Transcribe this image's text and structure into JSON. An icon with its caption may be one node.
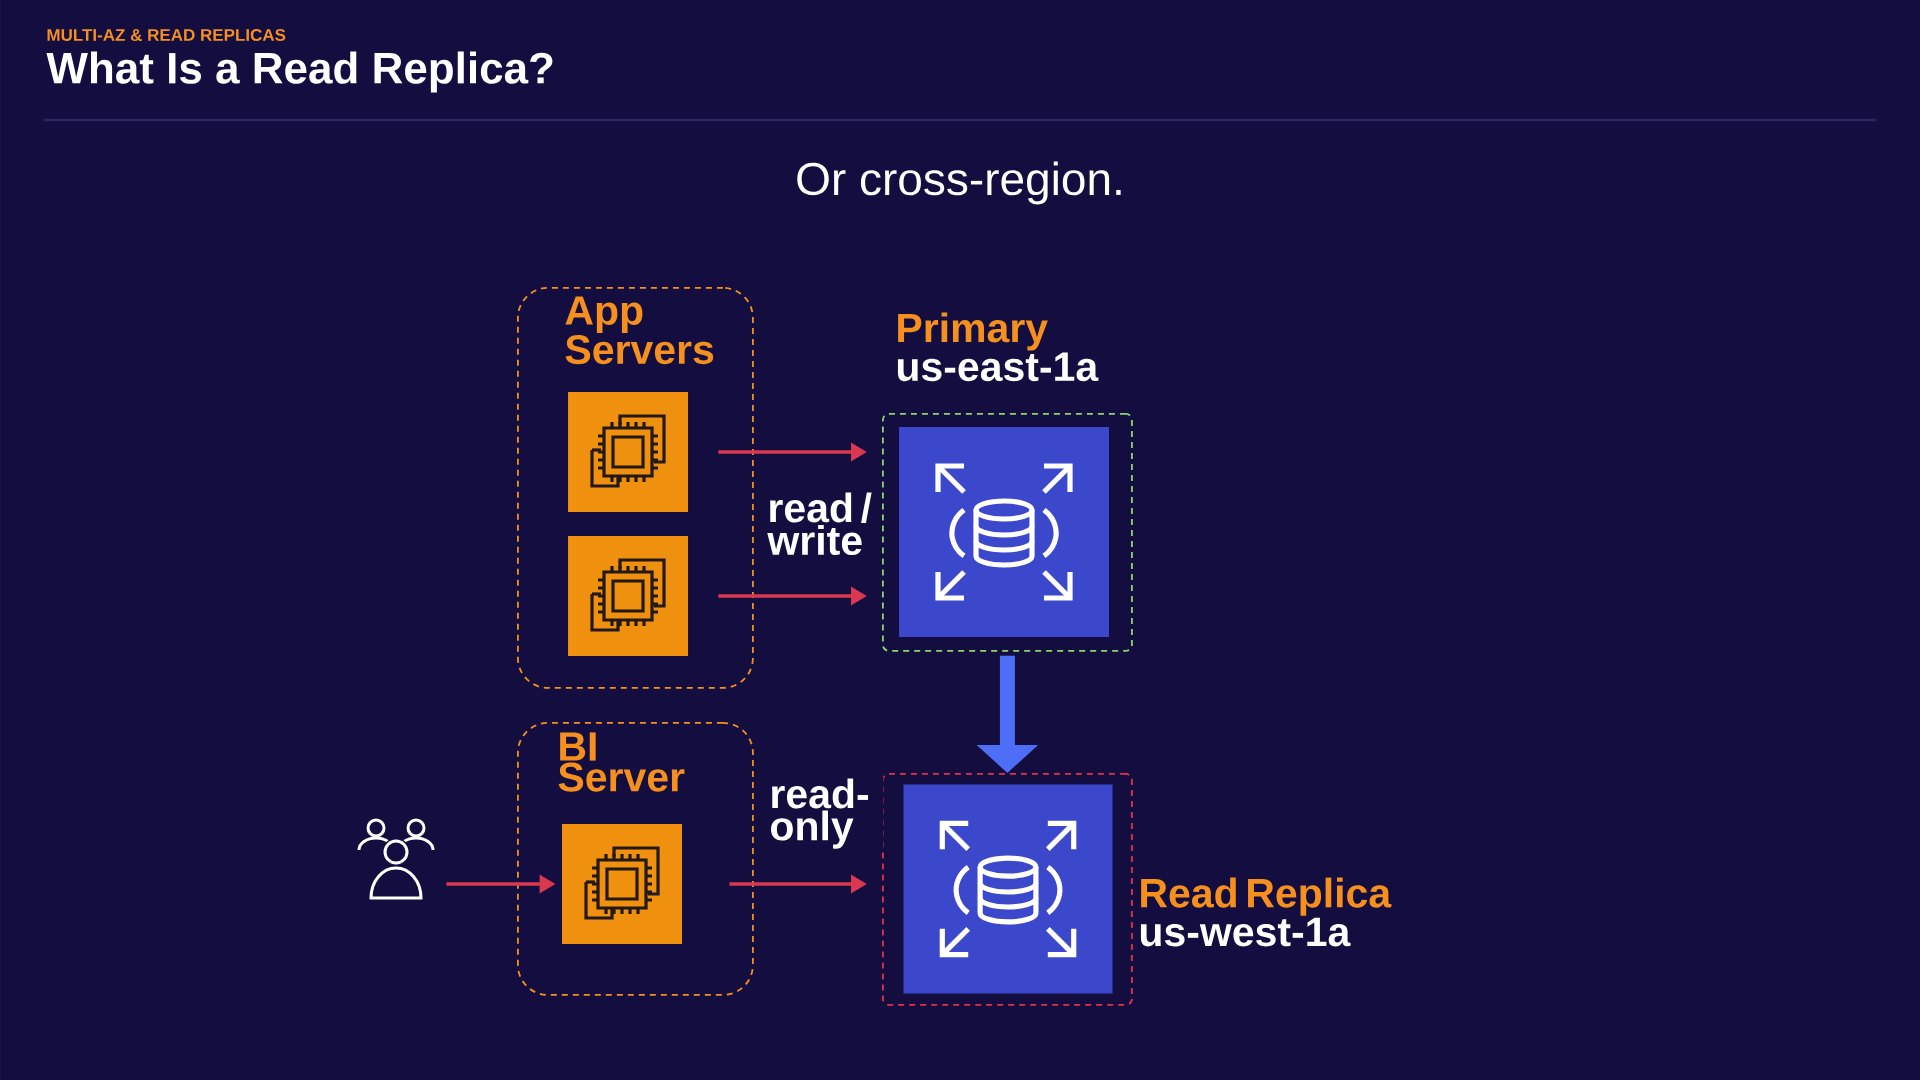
{
  "diagram": {
    "title": "What Is a Read Replica?",
    "nodes": [
      {
        "text": [
          "App Servers"
        ]
      },
      {
        "text": [],
        "shape": "picture",
        "in": 0
      },
      {
        "text": [],
        "shape": "picture",
        "in": 0
      },
      {
        "text": [
          "Primary",
          "us-east-1a"
        ]
      },
      {
        "text": [],
        "shape": "picture",
        "in": 3
      },
      {
        "text": [
          "BI Server"
        ]
      },
      {
        "text": [],
        "shape": "picture",
        "in": 5
      },
      {
        "text": [
          "Read Replica",
          "us-west-1a"
        ]
      },
      {
        "text": [],
        "shape": "picture",
        "in": 7
      },
      {
        "text": [],
        "shape": "person"
      }
    ],
    "edges": [
      {
        "from": 1,
        "to": 3,
        "arrow": "to",
        "label": "read / write"
      },
      {
        "from": 2,
        "to": 3,
        "arrow": "to"
      },
      {
        "from": 3,
        "to": 7,
        "arrow": "to",
        "style": "thick",
        "color": "#4f6ef7"
      },
      {
        "from": 9,
        "to": 6,
        "arrow": "to"
      },
      {
        "from": 6,
        "to": 7,
        "arrow": "to",
        "label": "read-only"
      }
    ],
    "labels": [
      "MULTI-AZ & READ REPLICAS",
      "Or cross-region."
    ]
  }
}
